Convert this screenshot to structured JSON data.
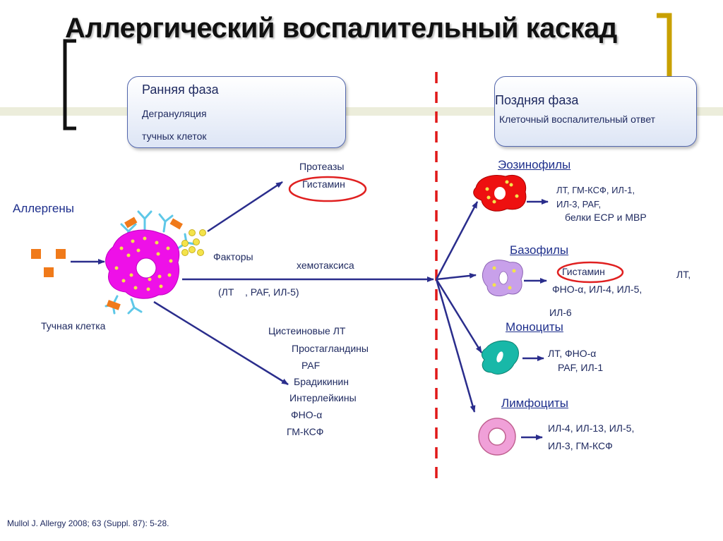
{
  "title": "Аллергический воспалительный каскад",
  "early_phase": {
    "title": "Ранняя фаза",
    "line1": "Дегрануляция",
    "line2": "тучных клеток"
  },
  "late_phase": {
    "title": "Поздняя фаза",
    "subtitle": "Клеточный воспалительный ответ"
  },
  "allergens_label": "Аллергены",
  "mast_cell_label": "Тучная клетка",
  "top_mediators": {
    "line1": "Протеазы",
    "line2": "Гистамин"
  },
  "chemotaxis": {
    "factors": "Факторы",
    "word": "хемотаксиса",
    "list": "(ЛТ    , PAF, ИЛ-5)"
  },
  "bottom_mediators": [
    "Цистеиновые ЛТ",
    "Простагландины",
    "PAF",
    "Брадикинин",
    "Интерлейкины",
    "ФНО-α",
    "ГМ-КСФ"
  ],
  "cells": {
    "eosinophils": {
      "name": "Эозинофилы",
      "line1": "ЛТ, ГМ-КСФ, ИЛ-1,",
      "line2": "ИЛ-3, PAF,",
      "line3": "белки ECP и MBP"
    },
    "basophils": {
      "name": "Базофилы",
      "histamine": "Гистамин",
      "lt": "ЛТ,",
      "line2": "ФНО-α, ИЛ-4, ИЛ-5,",
      "line3": "ИЛ-6"
    },
    "monocytes": {
      "name": "Моноциты",
      "line1": "ЛТ, ФНО-α",
      "line2": "PAF, ИЛ-1"
    },
    "lymphocytes": {
      "name": "Лимфоциты",
      "line1": "ИЛ-4, ИЛ-13, ИЛ-5,",
      "line2": "ИЛ-3, ГМ-КСФ"
    }
  },
  "reference": "Mullol J. Allergy 2008; 63 (Suppl. 87): 5-28.",
  "colors": {
    "arrow": "#2a2d8c",
    "divider": "#e01818",
    "highlight": "#e02020",
    "mast_cell": "#ee10e8",
    "eosinophil": "#ee1010",
    "basophil": "#c8a0ea",
    "monocyte": "#18b8a8",
    "lymphocyte": "#f0a0d8",
    "allergen": "#f07a1a",
    "bracket_left": "#111111",
    "bracket_right": "#c8a000"
  }
}
